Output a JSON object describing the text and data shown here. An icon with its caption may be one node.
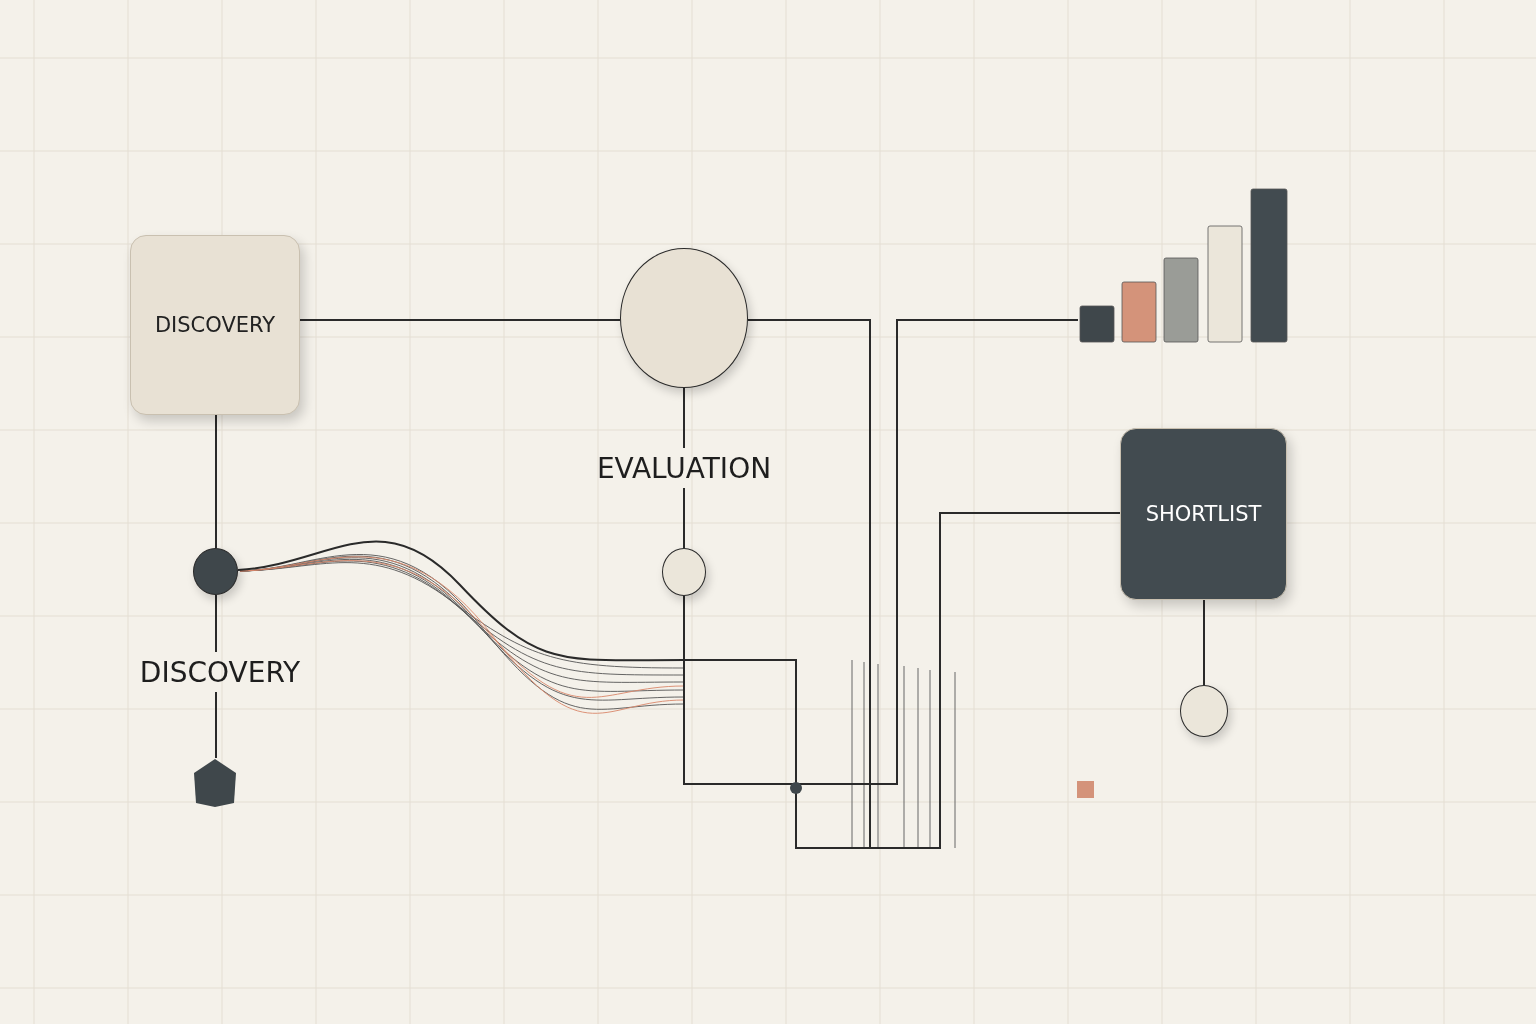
{
  "diagram": {
    "nodes": [
      {
        "text": [
          "DISCOVERY"
        ]
      },
      {
        "text": [],
        "shape": "circle"
      },
      {
        "text": [],
        "shape": "picture"
      },
      {
        "text": [
          "SHORTLIST"
        ]
      },
      {
        "text": [],
        "shape": "circle"
      },
      {
        "text": [
          "EVALUATION"
        ]
      },
      {
        "text": [],
        "shape": "circle"
      },
      {
        "text": [
          "DISCOVERY"
        ]
      },
      {
        "text": [],
        "shape": "hexagon"
      },
      {
        "text": [],
        "shape": "circle"
      }
    ],
    "edges": [
      {
        "from": 0,
        "to": 1,
        "arrow": "none"
      },
      {
        "from": 1,
        "to": 5,
        "arrow": "none"
      },
      {
        "from": 5,
        "to": 6,
        "arrow": "none"
      },
      {
        "from": 0,
        "to": 4,
        "arrow": "none"
      },
      {
        "from": 4,
        "to": 7,
        "arrow": "none"
      },
      {
        "from": 7,
        "to": 8,
        "arrow": "none"
      },
      {
        "from": 3,
        "to": 9,
        "arrow": "none"
      },
      {
        "from": 1,
        "to": 3,
        "arrow": "none"
      },
      {
        "from": 6,
        "to": 2,
        "arrow": "none"
      },
      {
        "from": 4,
        "to": 3,
        "arrow": "none"
      }
    ]
  }
}
